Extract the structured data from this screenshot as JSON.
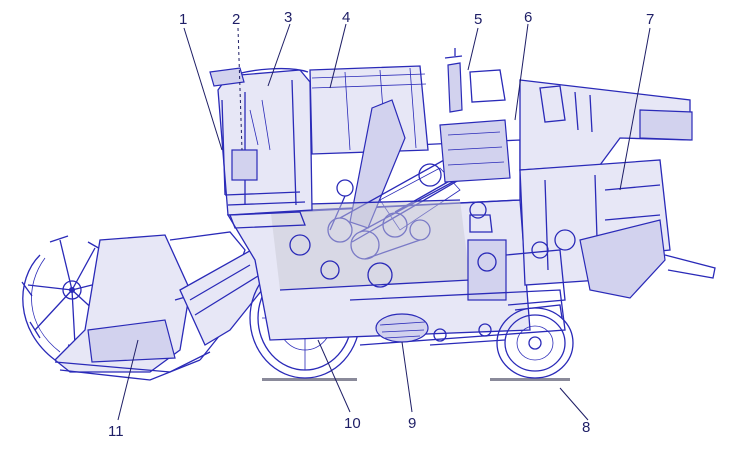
{
  "callouts": [
    {
      "id": "1",
      "text": "1"
    },
    {
      "id": "2",
      "text": "2"
    },
    {
      "id": "3",
      "text": "3"
    },
    {
      "id": "4",
      "text": "4"
    },
    {
      "id": "5",
      "text": "5"
    },
    {
      "id": "6",
      "text": "6"
    },
    {
      "id": "7",
      "text": "7"
    },
    {
      "id": "8",
      "text": "8"
    },
    {
      "id": "9",
      "text": "9"
    },
    {
      "id": "10",
      "text": "10"
    },
    {
      "id": "11",
      "text": "11"
    }
  ],
  "colors": {
    "line": "#2a2ab8",
    "label": "#1e1e66",
    "background": "#ffffff"
  }
}
